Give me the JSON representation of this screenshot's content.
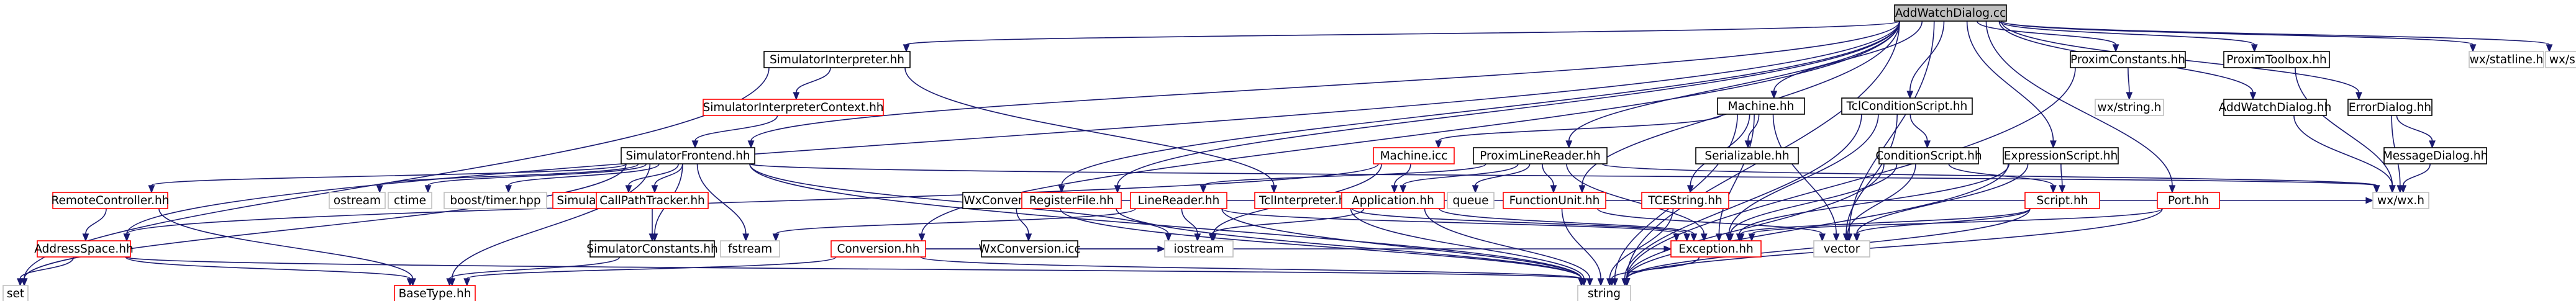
{
  "root": "AddWatchDialog.cc",
  "nodes": {
    "root": "AddWatchDialog.cc",
    "simint": "SimulatorInterpreter.hh",
    "simintctx": "SimulatorInterpreterContext.hh",
    "simfront": "SimulatorFrontend.hh",
    "wxconv": "WxConversion.hh",
    "conv": "Conversion.hh",
    "machine": "Machine.hh",
    "machineicc": "Machine.icc",
    "proxline": "ProximLineReader.hh",
    "serial": "Serializable.hh",
    "tclcond": "TclConditionScript.hh",
    "condscript": "ConditionScript.hh",
    "exprscript": "ExpressionScript.hh",
    "proxconst": "ProximConstants.hh",
    "wxstring": "wx/string.h",
    "proxtool": "ProximToolbox.hh",
    "awdhh": "AddWatchDialog.hh",
    "errdlg": "ErrorDialog.hh",
    "msgdlg": "MessageDialog.hh",
    "statline": "wx/statline.h",
    "spinctrl": "wx/spinctrl.h",
    "remote": "RemoteController.hh",
    "addrspace": "AddressSpace.hh",
    "set": "set",
    "ostream": "ostream",
    "ctime": "ctime",
    "boosttimer": "boost/timer.hpp",
    "simctrl": "SimulationController.hh",
    "callpath": "CallPathTracker.hh",
    "simconst": "SimulatorConstants.hh",
    "basetype": "BaseType.hh",
    "fstream": "fstream",
    "wxconvicc": "WxConversion.icc",
    "regfile": "RegisterFile.hh",
    "tclinterp": "TclInterpreter.hh",
    "linereader": "LineReader.hh",
    "iostream": "iostream",
    "application": "Application.hh",
    "queue": "queue",
    "funcunit": "FunctionUnit.hh",
    "tcestring": "TCEString.hh",
    "exception": "Exception.hh",
    "script": "Script.hh",
    "vector": "vector",
    "port": "Port.hh",
    "wxwx": "wx/wx.h",
    "string": "string"
  },
  "colors": {
    "edge": "#191970",
    "root_fill": "#bfbfbf",
    "incomplete_border": "#ff0000",
    "complete_border": "#000000",
    "external_border": "#bfbfbf"
  }
}
